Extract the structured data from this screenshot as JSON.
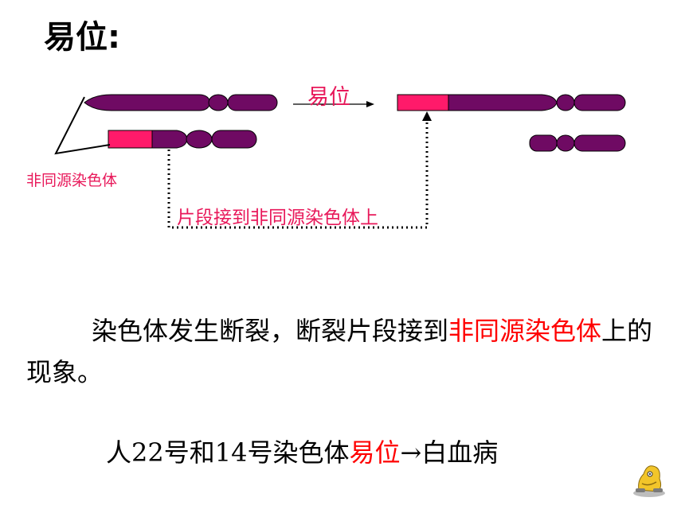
{
  "title": "易位:",
  "diagram": {
    "arrow_label": "易位",
    "nonhomologous_label": "非同源染色体",
    "fragment_label": "片段接到非同源染色体上",
    "colors": {
      "chromosome": "#6f0a63",
      "fragment": "#ff1a6a",
      "outline": "#000000"
    }
  },
  "definition": {
    "part1": "染色体发生断裂，断裂片段接到",
    "highlight": "非同源染色体",
    "part2": "上的现象。"
  },
  "example": {
    "part1": "人22号和14号染色体",
    "highlight": "易位",
    "arrow": "→",
    "part2": "白血病"
  }
}
